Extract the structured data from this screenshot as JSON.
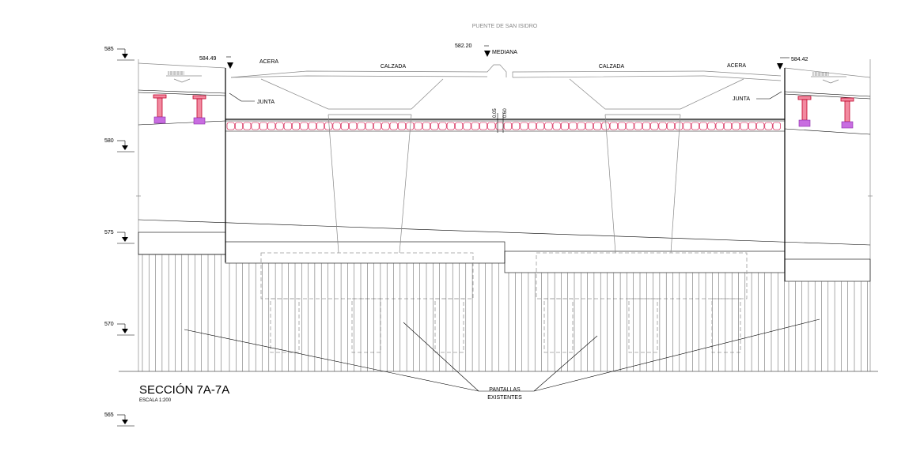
{
  "drawing": {
    "project_title": "PUENTE DE SAN ISIDRO",
    "section_title": "SECCIÓN 7A-7A",
    "scale": "ESCALA 1:200",
    "level_marks": [
      "585",
      "580",
      "575",
      "570",
      "565"
    ],
    "elevations": {
      "left_abutment": "584.49",
      "median": "582.20",
      "right_abutment": "584.42"
    },
    "labels": {
      "sidewalk_left": "ACERA",
      "roadway_left": "CALZADA",
      "median": "MEDIANA",
      "roadway_right": "CALZADA",
      "sidewalk_right": "ACERA",
      "joint_left": "JUNTA",
      "joint_right": "JUNTA",
      "dim_top": "0.05",
      "dim_slab": "0.60",
      "walls_line1": "PANTALLAS",
      "walls_line2": "EXISTENTES"
    },
    "colors": {
      "beam": "#f28aa0",
      "beam_base": "#c86de0",
      "slab_outline": "#d0003a"
    }
  }
}
